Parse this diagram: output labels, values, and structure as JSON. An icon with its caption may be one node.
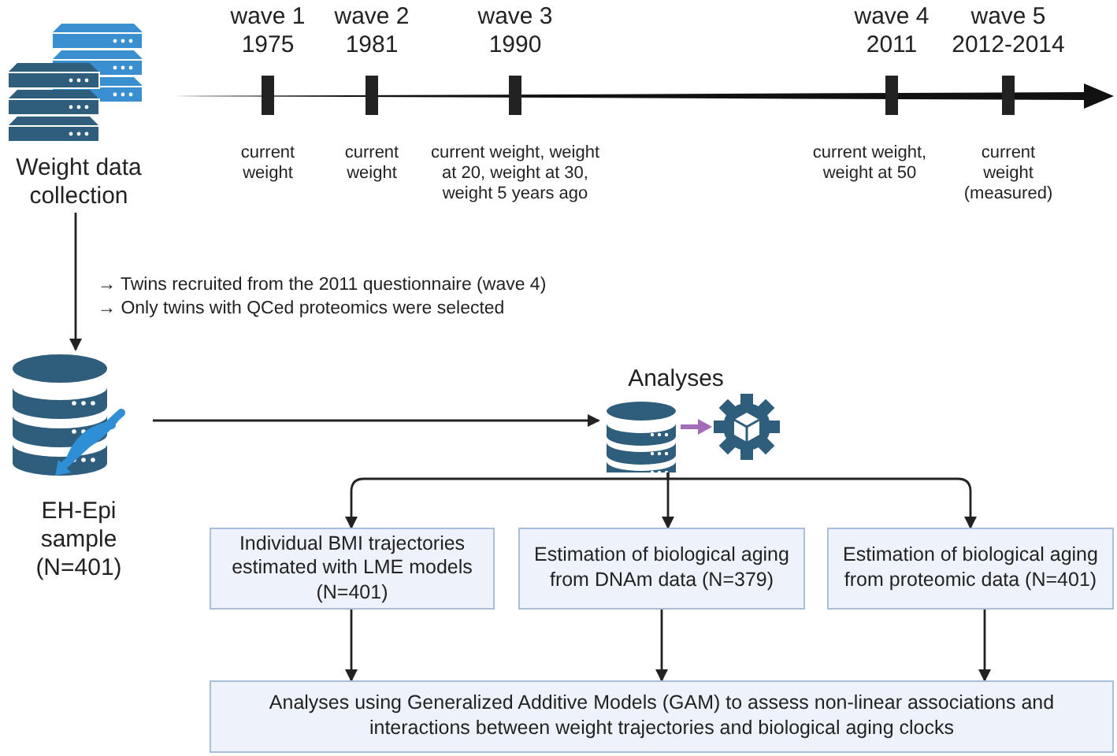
{
  "diagram": {
    "nodes": [
      {
        "text": [
          "Weight data collection"
        ]
      },
      {
        "text": [
          "EH-Epi sample (N=401)"
        ]
      },
      {
        "text": [
          "Analyses"
        ]
      },
      {
        "text": [
          "Individual BMI trajectories estimated with LME models (N=401)"
        ]
      },
      {
        "text": [
          "Estimation of biological aging from DNAm data (N=379)"
        ]
      },
      {
        "text": [
          "Estimation of biological aging from proteomic data (N=401)"
        ]
      },
      {
        "text": [
          "Analyses using Generalized Additive Models (GAM) to assess non-linear associations and interactions between weight trajectories and biological aging clocks"
        ]
      }
    ],
    "edges": [
      {
        "from": 0,
        "to": 1,
        "arrow": "to"
      },
      {
        "from": 1,
        "to": 2,
        "arrow": "to"
      },
      {
        "from": 2,
        "to": 3,
        "arrow": "to"
      },
      {
        "from": 2,
        "to": 4,
        "arrow": "to"
      },
      {
        "from": 2,
        "to": 5,
        "arrow": "to"
      },
      {
        "from": 3,
        "to": 6,
        "arrow": "to"
      },
      {
        "from": 4,
        "to": 6,
        "arrow": "to"
      },
      {
        "from": 5,
        "to": 6,
        "arrow": "to"
      }
    ],
    "labels": [
      "wave 1 1975",
      "wave 2 1981",
      "wave 3 1990",
      "wave 4 2011",
      "wave 5 2012-2014",
      "current weight",
      "current weight",
      "current weight, weight at 20, weight at 30, weight 5 years ago",
      "current weight, weight at 50",
      "current weight (measured)",
      "→ Twins recruited from the 2011 questionnaire (wave 4)",
      "→ Only twins with QCed proteomics were selected"
    ]
  }
}
